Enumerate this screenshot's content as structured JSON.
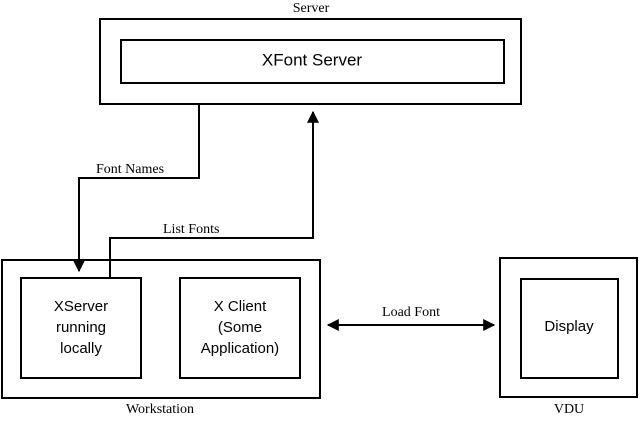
{
  "diagram": {
    "title_label": "Server",
    "server": {
      "outer_label": "Server",
      "inner_label": "XFont Server"
    },
    "workstation": {
      "outer_label": "Workstation",
      "xserver_lines": [
        "XServer",
        "running",
        "locally"
      ],
      "xclient_lines": [
        "X Client",
        "(Some",
        "Application)"
      ]
    },
    "vdu": {
      "outer_label": "VDU",
      "inner_label": "Display"
    },
    "connections": [
      {
        "label": "Font Names",
        "direction": "server-to-xserver"
      },
      {
        "label": "List Fonts",
        "direction": "xserver-to-server"
      },
      {
        "label": "Load Font",
        "direction": "bidirectional"
      }
    ],
    "colors": {
      "stroke": "#000000",
      "fill": "#ffffff",
      "text": "#000000"
    }
  }
}
